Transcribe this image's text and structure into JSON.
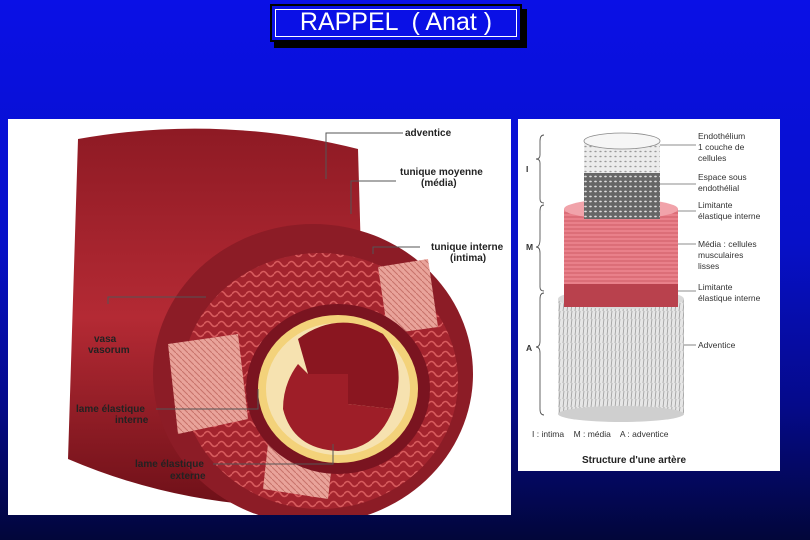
{
  "title": "RAPPEL  ( Anat )",
  "left_diagram": {
    "labels": {
      "adventice": "adventice",
      "tunique_moyenne_1": "tunique moyenne",
      "tunique_moyenne_2": "(média)",
      "tunique_interne_1": "tunique interne",
      "tunique_interne_2": "(intima)",
      "vasa_1": "vasa",
      "vasa_2": "vasorum",
      "lei_1": "lame élastique",
      "lei_2": "interne",
      "lee_1": "lame élastique",
      "lee_2": "externe"
    }
  },
  "right_diagram": {
    "layer_letters": {
      "I": "I",
      "M": "M",
      "A": "A"
    },
    "labels": {
      "endo_1": "Endothélium",
      "endo_2": "1 couche de",
      "endo_3": "cellules",
      "esp_1": "Espace sous",
      "esp_2": "endothélial",
      "lim1_1": "Limitante",
      "lim1_2": "élastique interne",
      "media_1": "Média : cellules",
      "media_2": "musculaires",
      "media_3": "lisses",
      "lim2_1": "Limitante",
      "lim2_2": "élastique interne",
      "adv": "Adventice"
    },
    "legend": "I : intima    M : média    A : adventice",
    "caption": "Structure d'une artère"
  }
}
